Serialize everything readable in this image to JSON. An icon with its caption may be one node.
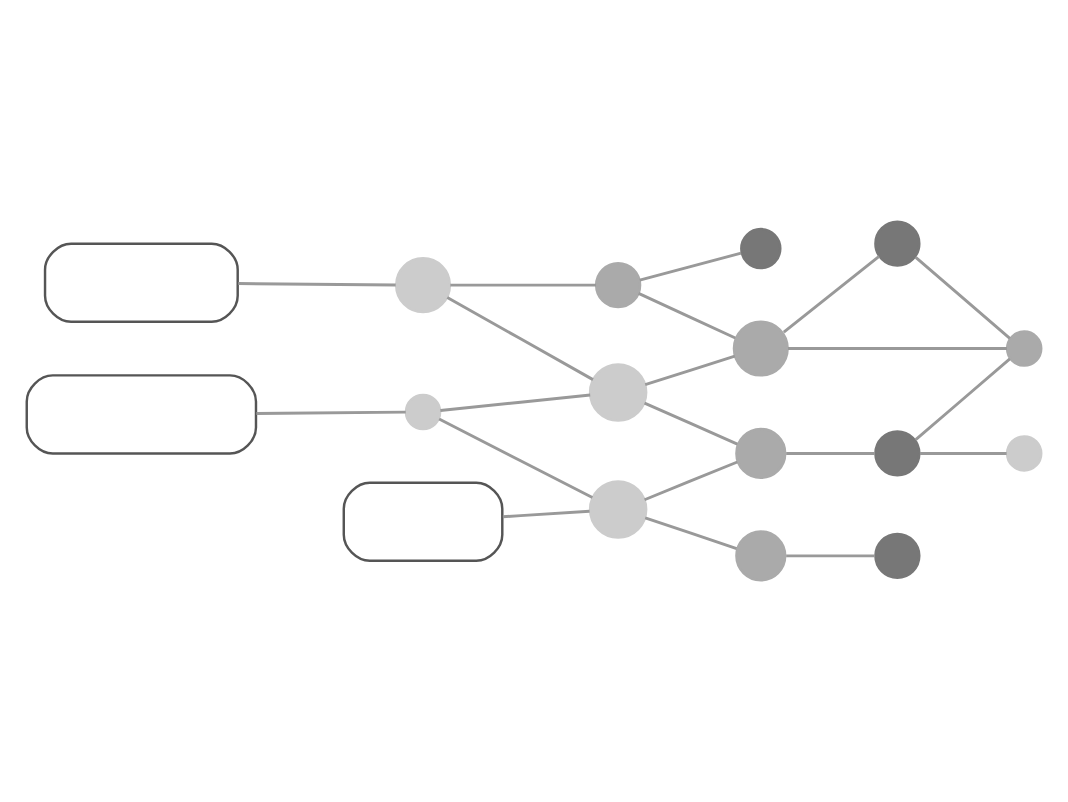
{
  "diagram": {
    "nodes": [
      {
        "text": [],
        "shape": "box"
      },
      {
        "text": [],
        "shape": "box"
      },
      {
        "text": [],
        "shape": "box"
      },
      {
        "text": [],
        "shape": "circle"
      },
      {
        "text": [],
        "shape": "circle"
      },
      {
        "text": [],
        "shape": "circle"
      },
      {
        "text": [],
        "shape": "circle"
      },
      {
        "text": [],
        "shape": "circle"
      },
      {
        "text": [],
        "shape": "circle"
      },
      {
        "text": [],
        "shape": "circle"
      },
      {
        "text": [],
        "shape": "circle"
      },
      {
        "text": [],
        "shape": "circle"
      },
      {
        "text": [],
        "shape": "circle"
      },
      {
        "text": [],
        "shape": "circle"
      },
      {
        "text": [],
        "shape": "circle"
      },
      {
        "text": [],
        "shape": "circle"
      },
      {
        "text": [],
        "shape": "circle"
      }
    ],
    "edges": [
      {
        "from": 0,
        "to": 5,
        "arrow": "none"
      },
      {
        "from": 1,
        "to": 9,
        "arrow": "none"
      },
      {
        "from": 2,
        "to": 13,
        "arrow": "none"
      },
      {
        "from": 5,
        "to": 4,
        "arrow": "none"
      },
      {
        "from": 4,
        "to": 3,
        "arrow": "none"
      },
      {
        "from": 4,
        "to": 6,
        "arrow": "none"
      },
      {
        "from": 5,
        "to": 8,
        "arrow": "none"
      },
      {
        "from": 8,
        "to": 6,
        "arrow": "none"
      },
      {
        "from": 6,
        "to": 7,
        "arrow": "none"
      },
      {
        "from": 6,
        "to": 10,
        "arrow": "none"
      },
      {
        "from": 7,
        "to": 10,
        "arrow": "none"
      },
      {
        "from": 9,
        "to": 8,
        "arrow": "none"
      },
      {
        "from": 8,
        "to": 11,
        "arrow": "none"
      },
      {
        "from": 9,
        "to": 13,
        "arrow": "none"
      },
      {
        "from": 13,
        "to": 11,
        "arrow": "none"
      },
      {
        "from": 11,
        "to": 12,
        "arrow": "none"
      },
      {
        "from": 12,
        "to": 10,
        "arrow": "none"
      },
      {
        "from": 12,
        "to": 14,
        "arrow": "none"
      },
      {
        "from": 13,
        "to": 15,
        "arrow": "none"
      },
      {
        "from": 15,
        "to": 16,
        "arrow": "none"
      }
    ]
  }
}
